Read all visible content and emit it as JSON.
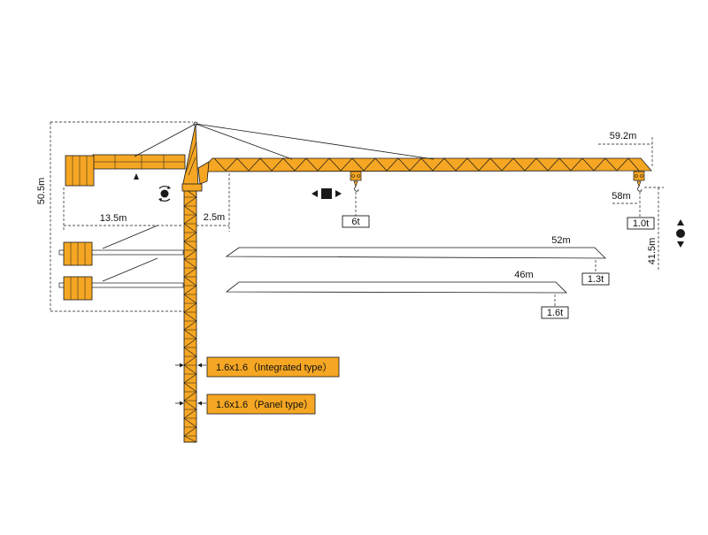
{
  "colors": {
    "crane": "#F5A623",
    "outline": "#1a1a1a",
    "background": "#ffffff"
  },
  "dimensions": {
    "height": "50.5m",
    "counter_jib": "13.5m",
    "offset": "2.5m",
    "jib_59": "59.2m",
    "jib_58": "58m",
    "hook_height": "41.5m",
    "jib_52": "52m",
    "jib_46": "46m"
  },
  "capacities": {
    "max": "6t",
    "tip_59": "1.0t",
    "tip_52": "1.3t",
    "tip_46": "1.6t"
  },
  "mast_sections": [
    {
      "label": "1.6x1.6（Integrated type）"
    },
    {
      "label": "1.6x1.6（Panel type）"
    }
  ],
  "icons": {
    "slew": "slewing-icon",
    "trolley": "trolley-travel-icon",
    "hoist": "hoisting-icon"
  }
}
